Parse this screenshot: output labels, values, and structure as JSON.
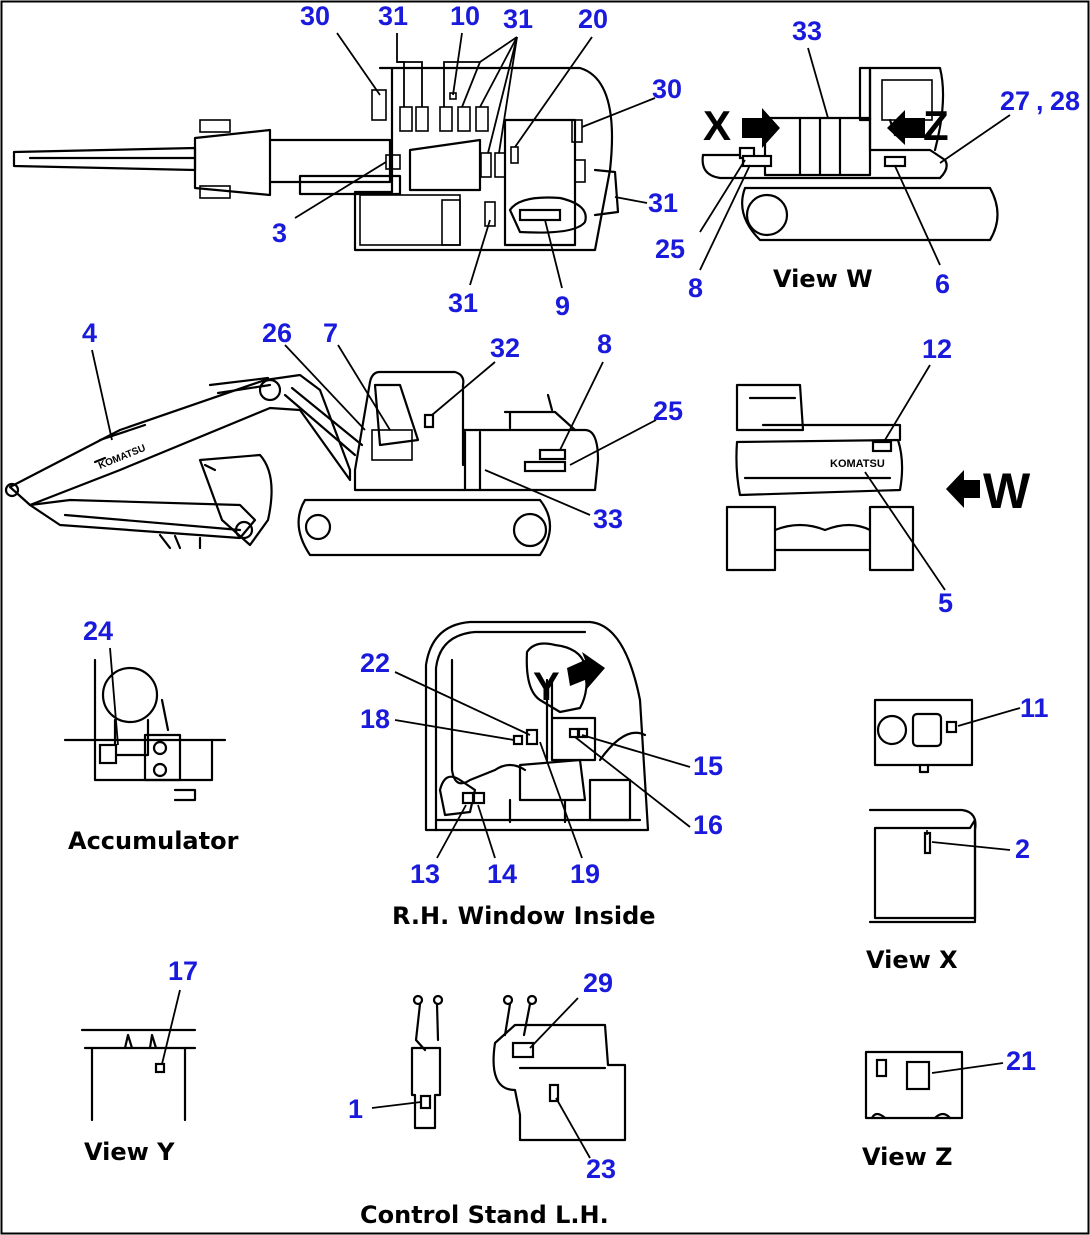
{
  "captions": {
    "view_w": "View  W",
    "accumulator": "Accumulator",
    "rh_window_inside": "R.H.  Window  Inside",
    "view_x": "View  X",
    "view_y": "View  Y",
    "view_z": "View  Z",
    "control_stand_lh": "Control  Stand  L.H."
  },
  "view_markers": {
    "w": "W",
    "x": "X",
    "y": "Y",
    "z": "Z"
  },
  "brand_marks": {
    "boom": "KOMATSU",
    "counterweight": "KOMATSU"
  },
  "callouts": {
    "top_view": [
      "30",
      "31",
      "10",
      "31",
      "20",
      "30",
      "31",
      "3",
      "31",
      "9"
    ],
    "view_w": [
      "33",
      "27",
      "28",
      "25",
      "8",
      "6"
    ],
    "side_view": [
      "4",
      "26",
      "7",
      "32",
      "8",
      "25",
      "33"
    ],
    "rear_view": [
      "12",
      "5"
    ],
    "accumulator": [
      "24"
    ],
    "rh_window": [
      "22",
      "18",
      "15",
      "16",
      "13",
      "14",
      "19"
    ],
    "view_x_detail": [
      "11",
      "2"
    ],
    "view_y_detail": [
      "17"
    ],
    "control_stand": [
      "29",
      "1",
      "23"
    ],
    "view_z_detail": [
      "21"
    ]
  },
  "separator": ","
}
